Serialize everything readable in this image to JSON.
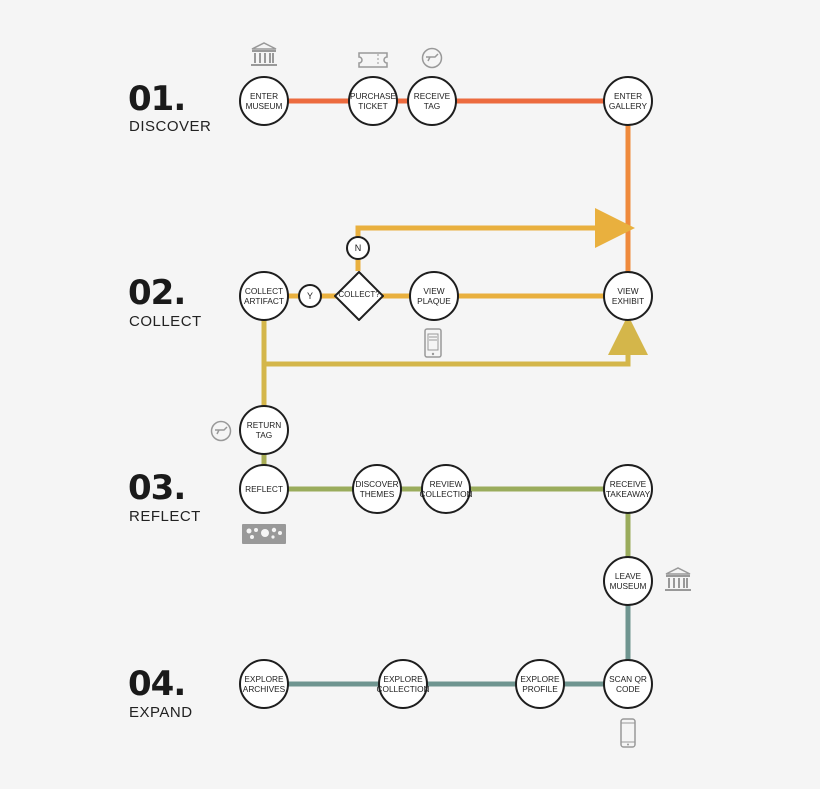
{
  "stages": [
    {
      "num": "01.",
      "name": "DISCOVER"
    },
    {
      "num": "02.",
      "name": "COLLECT"
    },
    {
      "num": "03.",
      "name": "REFLECT"
    },
    {
      "num": "04.",
      "name": "EXPAND"
    }
  ],
  "nodes": {
    "enter_museum": "ENTER MUSEUM",
    "purchase_ticket": "PURCHASE TICKET",
    "receive_tag": "RECEIVE TAG",
    "enter_gallery": "ENTER GALLERY",
    "collect_artifact": "COLLECT ARTIFACT",
    "decision": "COLLECT?",
    "yes": "Y",
    "no": "N",
    "view_plaque": "VIEW PLAQUE",
    "view_exhibit": "VIEW EXHIBIT",
    "return_tag": "RETURN TAG",
    "reflect": "REFLECT",
    "discover_themes": "DISCOVER THEMES",
    "review_collection": "REVIEW COLLECTION",
    "receive_takeaway": "RECEIVE TAKEAWAY",
    "leave_museum": "LEAVE MUSEUM",
    "explore_archives": "EXPLORE ARCHIVES",
    "explore_collection": "EXPLORE COLLECTION",
    "explore_profile": "EXPLORE PROFILE",
    "scan_qr_code": "SCAN QR CODE"
  },
  "colors": {
    "discover": "#ec6b3f",
    "discover_vertical": "#ef8a3c",
    "collect": "#e9b03e",
    "collect_lower": "#d4b64a",
    "reflect": "#9aac5c",
    "expand": "#6f9590",
    "node_border": "#1e1e1e"
  },
  "icons": [
    "museum-icon",
    "ticket-icon",
    "tag-icon",
    "tablet-icon",
    "tag-icon",
    "display-icon",
    "museum-icon",
    "phone-icon"
  ]
}
